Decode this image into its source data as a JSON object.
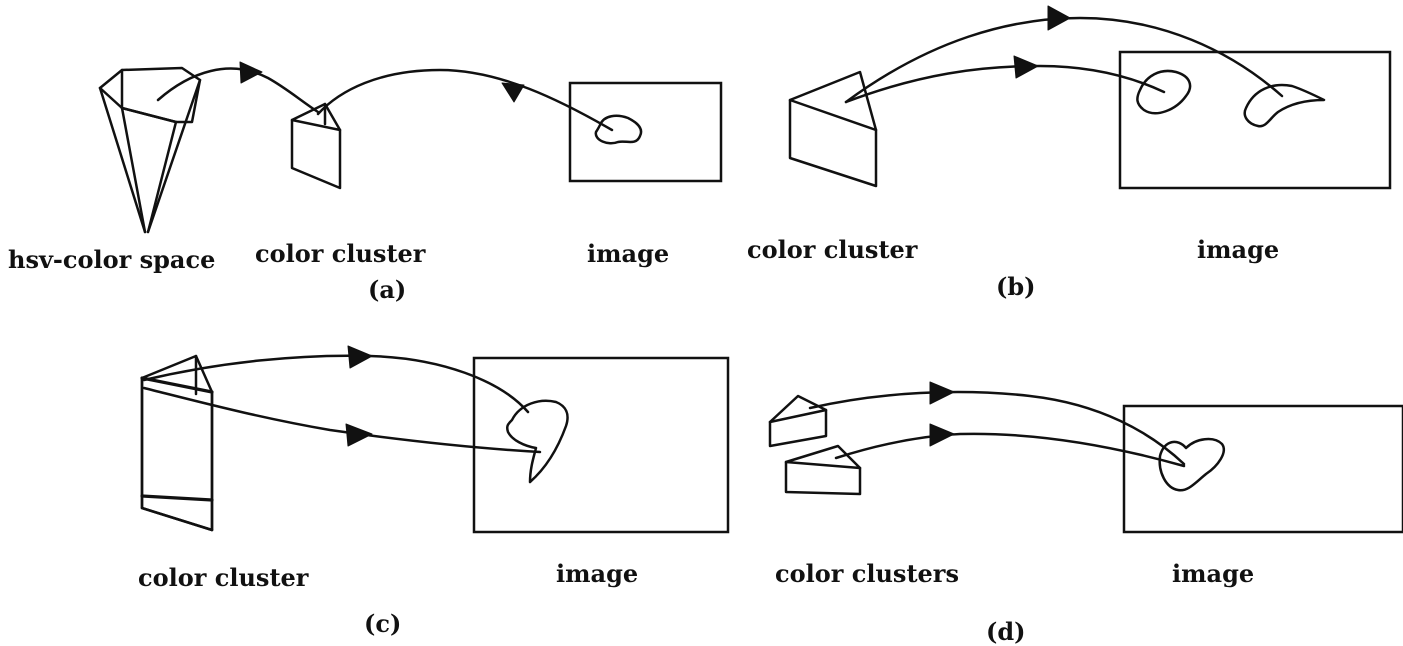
{
  "panels": {
    "a": {
      "caption": "(a)",
      "labels": {
        "space": "hsv-color space",
        "cluster": "color cluster",
        "image": "image"
      }
    },
    "b": {
      "caption": "(b)",
      "labels": {
        "cluster": "color cluster",
        "image": "image"
      }
    },
    "c": {
      "caption": "(c)",
      "labels": {
        "cluster": "color cluster",
        "image": "image"
      }
    },
    "d": {
      "caption": "(d)",
      "labels": {
        "cluster": "color clusters",
        "image": "image"
      }
    }
  }
}
